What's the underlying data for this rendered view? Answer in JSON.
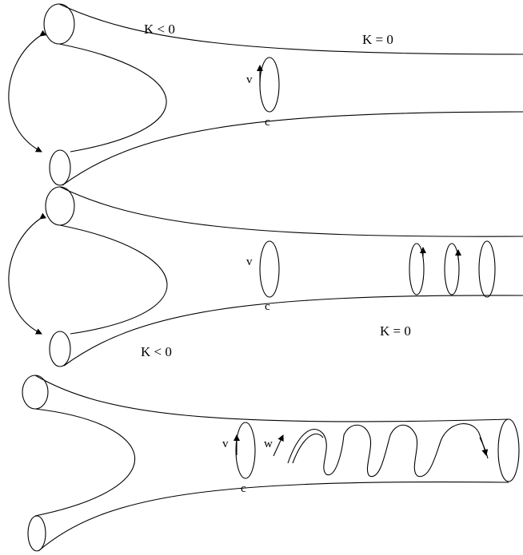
{
  "panel1": {
    "label_k_neg": "K < 0",
    "label_k_zero": "K = 0",
    "label_v": "v",
    "label_c": "c"
  },
  "panel2": {
    "label_k_neg": "K < 0",
    "label_k_zero": "K = 0",
    "label_v": "v",
    "label_c": "c"
  },
  "panel3": {
    "label_v": "v",
    "label_w": "w",
    "label_c": "c"
  }
}
